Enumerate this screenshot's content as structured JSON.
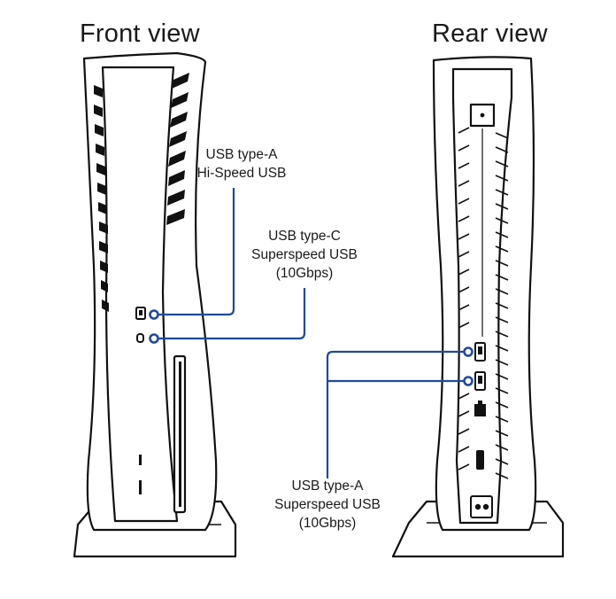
{
  "front_view": {
    "title": "Front view",
    "labels": {
      "usb_a": "USB type-A\nHi-Speed USB",
      "usb_c": "USB type-C\nSuperspeed USB\n(10Gbps)"
    }
  },
  "rear_view": {
    "title": "Rear view",
    "labels": {
      "usb_a": "USB type-A\nSuperspeed USB\n(10Gbps)"
    }
  },
  "colors": {
    "callout_line": "#1f4a9c",
    "outline": "#111111",
    "stripe": "#111111",
    "background": "#ffffff"
  },
  "icons": [
    "usb-a-port-icon",
    "usb-c-port-icon",
    "ethernet-port-icon",
    "hdmi-port-icon",
    "power-port-icon"
  ]
}
